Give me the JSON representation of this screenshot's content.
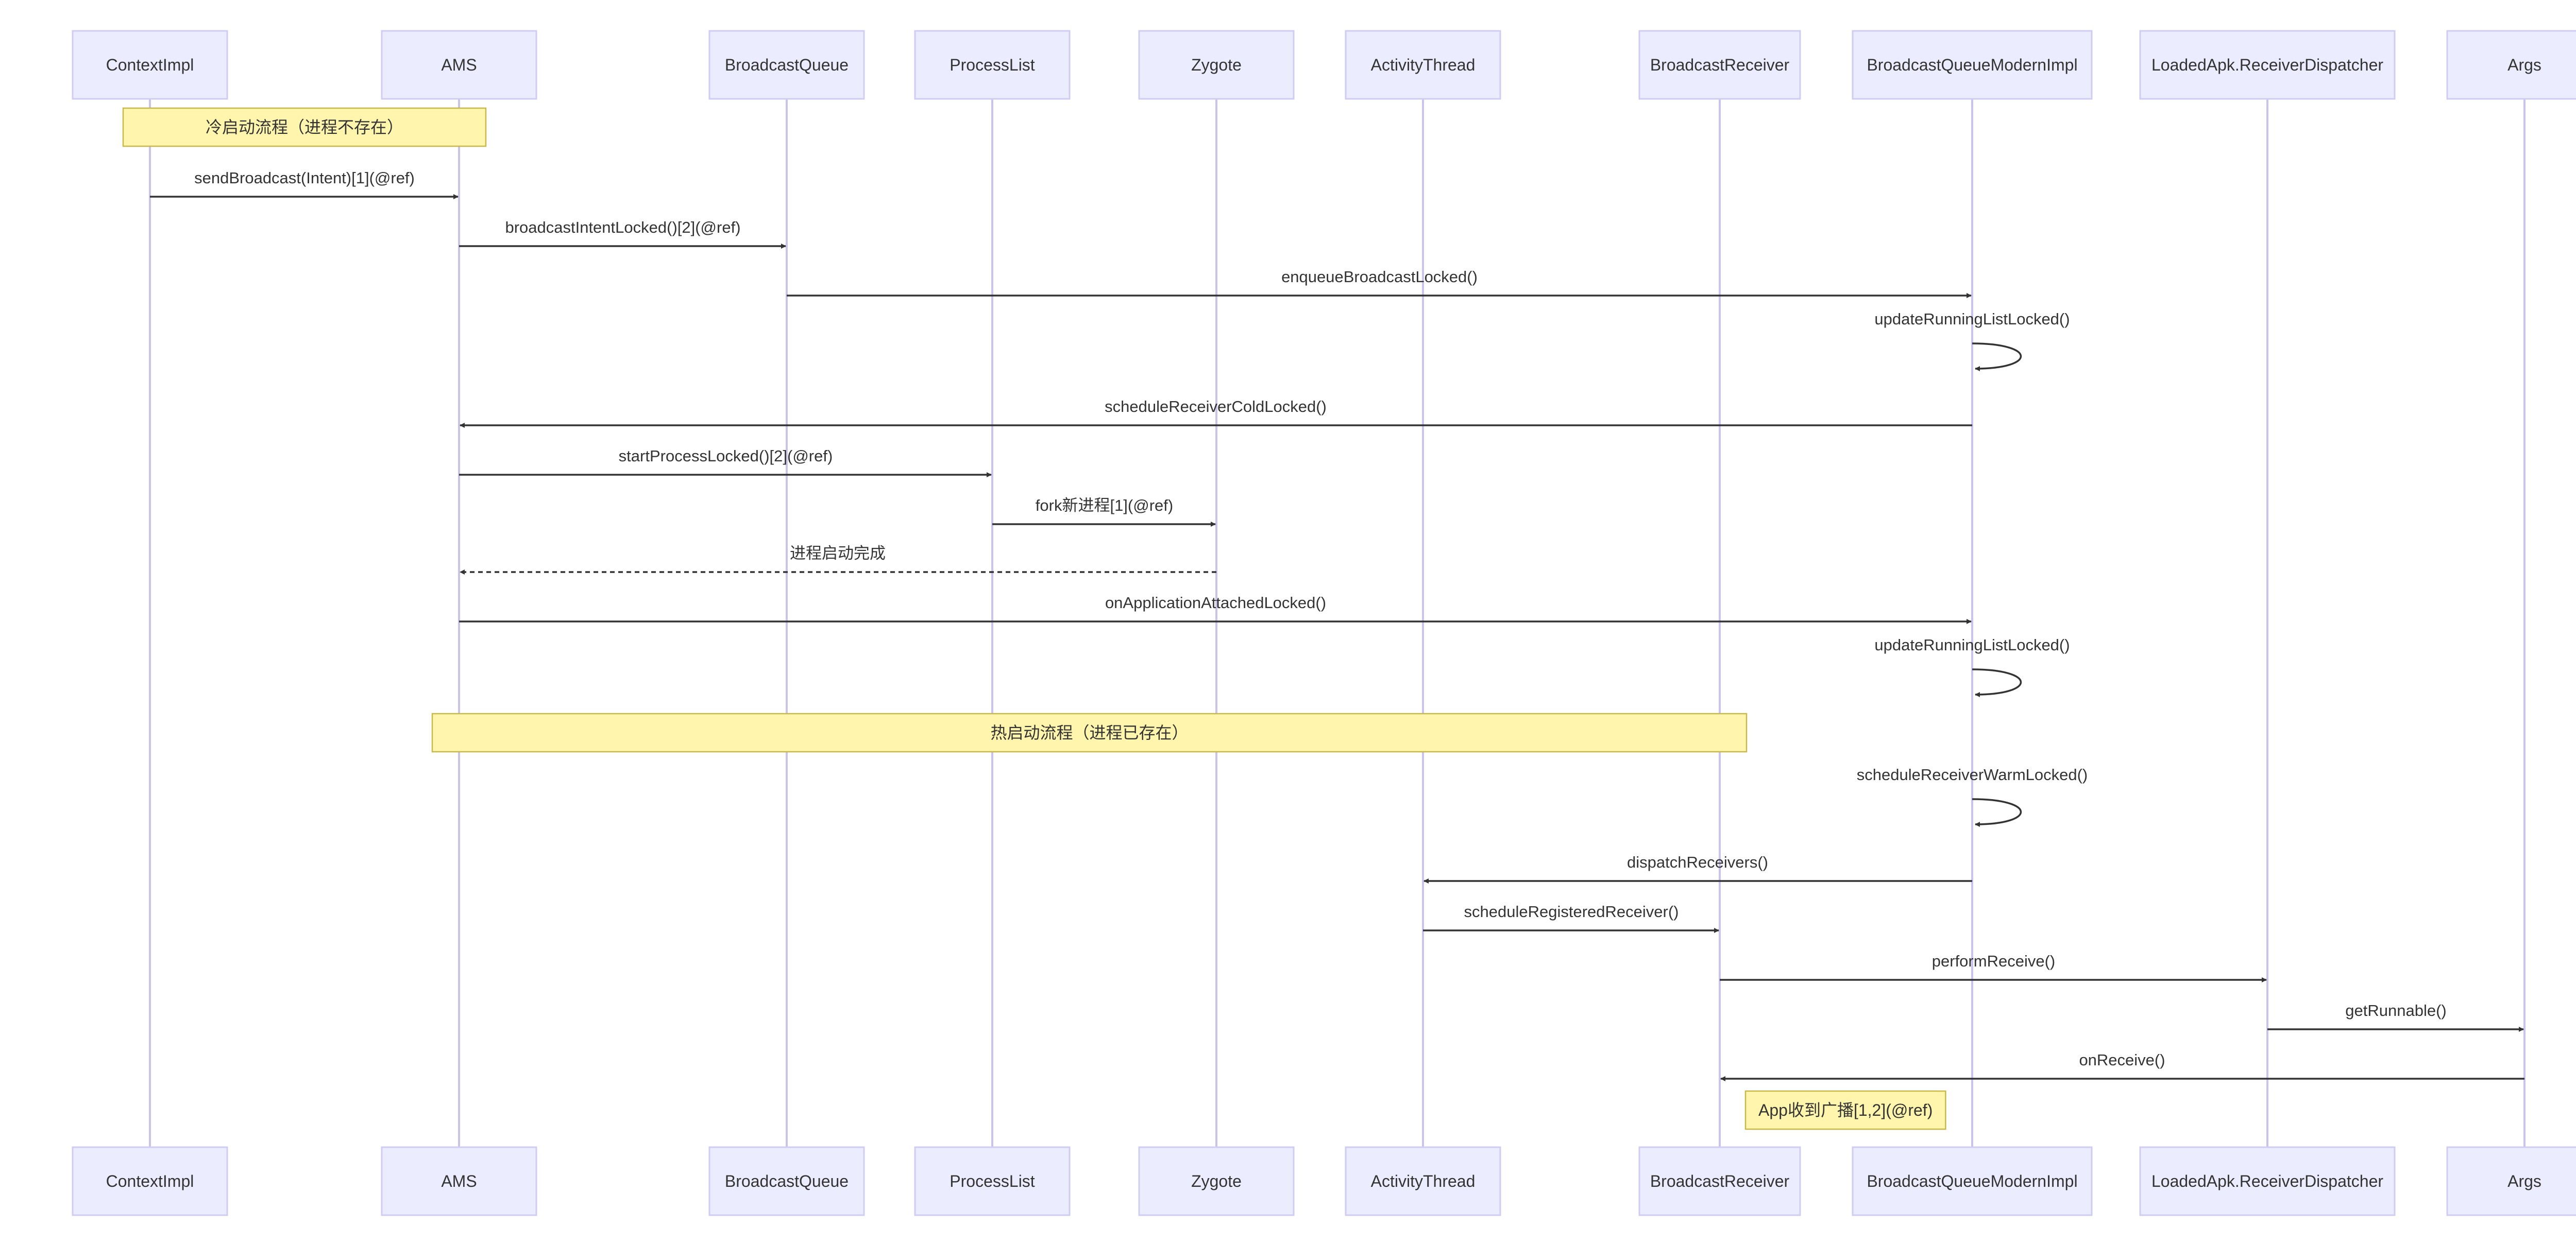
{
  "participants": [
    {
      "id": "ContextImpl",
      "label": "ContextImpl"
    },
    {
      "id": "AMS",
      "label": "AMS"
    },
    {
      "id": "BroadcastQueue",
      "label": "BroadcastQueue"
    },
    {
      "id": "ProcessList",
      "label": "ProcessList"
    },
    {
      "id": "Zygote",
      "label": "Zygote"
    },
    {
      "id": "ActivityThread",
      "label": "ActivityThread"
    },
    {
      "id": "BroadcastReceiver",
      "label": "BroadcastReceiver"
    },
    {
      "id": "BroadcastQueueModernImpl",
      "label": "BroadcastQueueModernImpl"
    },
    {
      "id": "ReceiverDispatcher",
      "label": "LoadedApk.ReceiverDispatcher"
    },
    {
      "id": "Args",
      "label": "Args"
    }
  ],
  "steps": [
    {
      "kind": "note",
      "from": "ContextImpl",
      "to": "AMS",
      "text": "冷启动流程（进程不存在）"
    },
    {
      "kind": "message",
      "from": "ContextImpl",
      "to": "AMS",
      "text": "sendBroadcast(Intent)[1](@ref)"
    },
    {
      "kind": "message",
      "from": "AMS",
      "to": "BroadcastQueue",
      "text": "broadcastIntentLocked()[2](@ref)"
    },
    {
      "kind": "message",
      "from": "BroadcastQueue",
      "to": "BroadcastQueueModernImpl",
      "text": "enqueueBroadcastLocked()"
    },
    {
      "kind": "self",
      "from": "BroadcastQueueModernImpl",
      "to": "BroadcastQueueModernImpl",
      "text": "updateRunningListLocked()"
    },
    {
      "kind": "message",
      "from": "BroadcastQueueModernImpl",
      "to": "AMS",
      "text": "scheduleReceiverColdLocked()"
    },
    {
      "kind": "message",
      "from": "AMS",
      "to": "ProcessList",
      "text": "startProcessLocked()[2](@ref)"
    },
    {
      "kind": "message",
      "from": "ProcessList",
      "to": "Zygote",
      "text": "fork新进程[1](@ref)"
    },
    {
      "kind": "dashed",
      "from": "Zygote",
      "to": "AMS",
      "text": "进程启动完成"
    },
    {
      "kind": "message",
      "from": "AMS",
      "to": "BroadcastQueueModernImpl",
      "text": "onApplicationAttachedLocked()"
    },
    {
      "kind": "self",
      "from": "BroadcastQueueModernImpl",
      "to": "BroadcastQueueModernImpl",
      "text": "updateRunningListLocked()"
    },
    {
      "kind": "note",
      "from": "AMS",
      "to": "BroadcastReceiver",
      "text": "热启动流程（进程已存在）"
    },
    {
      "kind": "self",
      "from": "BroadcastQueueModernImpl",
      "to": "BroadcastQueueModernImpl",
      "text": "scheduleReceiverWarmLocked()"
    },
    {
      "kind": "message",
      "from": "BroadcastQueueModernImpl",
      "to": "ActivityThread",
      "text": "dispatchReceivers()"
    },
    {
      "kind": "message",
      "from": "ActivityThread",
      "to": "BroadcastReceiver",
      "text": "scheduleRegisteredReceiver()"
    },
    {
      "kind": "message",
      "from": "BroadcastReceiver",
      "to": "ReceiverDispatcher",
      "text": "performReceive()"
    },
    {
      "kind": "message",
      "from": "ReceiverDispatcher",
      "to": "Args",
      "text": "getRunnable()"
    },
    {
      "kind": "message",
      "from": "Args",
      "to": "BroadcastReceiver",
      "text": "onReceive()"
    },
    {
      "kind": "note",
      "from": "BroadcastReceiver",
      "to": "BroadcastReceiver",
      "text": "App收到广播[1,2](@ref)"
    }
  ]
}
